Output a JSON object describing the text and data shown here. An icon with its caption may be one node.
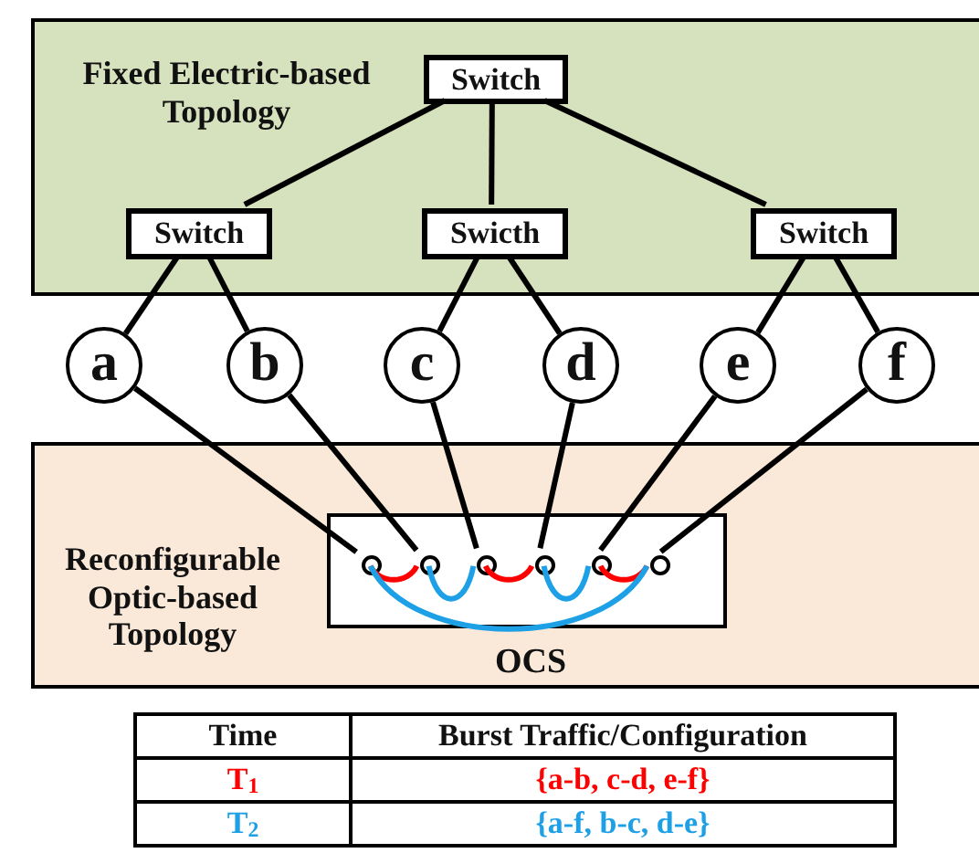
{
  "diagram": {
    "nodes": [
      {
        "text": [
          "Fixed Electric-based Topology"
        ]
      },
      {
        "text": [
          "Switch"
        ],
        "in": 0
      },
      {
        "text": [
          "Switch"
        ],
        "in": 0
      },
      {
        "text": [
          "Swicth"
        ],
        "in": 0
      },
      {
        "text": [
          "Switch"
        ],
        "in": 0
      },
      {
        "text": [
          "a"
        ]
      },
      {
        "text": [
          "b"
        ]
      },
      {
        "text": [
          "c"
        ]
      },
      {
        "text": [
          "d"
        ]
      },
      {
        "text": [
          "e"
        ]
      },
      {
        "text": [
          "f"
        ]
      },
      {
        "text": [
          "Reconfigurable Optic-based Topology"
        ]
      },
      {
        "text": [
          "OCS"
        ],
        "in": 11
      },
      {
        "text": [],
        "shape": "circle",
        "in": 12
      },
      {
        "text": [],
        "shape": "circle",
        "in": 12
      },
      {
        "text": [],
        "shape": "circle",
        "in": 12
      },
      {
        "text": [],
        "shape": "circle",
        "in": 12
      },
      {
        "text": [],
        "shape": "circle",
        "in": 12
      },
      {
        "text": [],
        "shape": "circle",
        "in": 12
      }
    ],
    "edges": [
      {
        "from": 1,
        "to": 2,
        "arrow": "none"
      },
      {
        "from": 1,
        "to": 3,
        "arrow": "none"
      },
      {
        "from": 1,
        "to": 4,
        "arrow": "none"
      },
      {
        "from": 2,
        "to": 5,
        "arrow": "none"
      },
      {
        "from": 2,
        "to": 6,
        "arrow": "none"
      },
      {
        "from": 3,
        "to": 7,
        "arrow": "none"
      },
      {
        "from": 3,
        "to": 8,
        "arrow": "none"
      },
      {
        "from": 4,
        "to": 9,
        "arrow": "none"
      },
      {
        "from": 4,
        "to": 10,
        "arrow": "none"
      },
      {
        "from": 5,
        "to": 13,
        "arrow": "none"
      },
      {
        "from": 6,
        "to": 14,
        "arrow": "none"
      },
      {
        "from": 7,
        "to": 15,
        "arrow": "none"
      },
      {
        "from": 8,
        "to": 16,
        "arrow": "none"
      },
      {
        "from": 9,
        "to": 17,
        "arrow": "none"
      },
      {
        "from": 10,
        "to": 18,
        "arrow": "none"
      },
      {
        "from": 13,
        "to": 14,
        "arrow": "none",
        "color": "#ff0000"
      },
      {
        "from": 15,
        "to": 16,
        "arrow": "none",
        "color": "#ff0000"
      },
      {
        "from": 17,
        "to": 18,
        "arrow": "none",
        "color": "#ff0000"
      },
      {
        "from": 13,
        "to": 18,
        "arrow": "none",
        "color": "#1ea0e6"
      },
      {
        "from": 14,
        "to": 15,
        "arrow": "none",
        "color": "#1ea0e6"
      },
      {
        "from": 16,
        "to": 17,
        "arrow": "none",
        "color": "#1ea0e6"
      }
    ],
    "labels": [
      "Time",
      "Burst Traffic/Configuration",
      "T$_{1}$",
      "{a-b, c-d, e-f}",
      "T$_{2}$",
      "{a-f, b-c, d-e}"
    ]
  }
}
